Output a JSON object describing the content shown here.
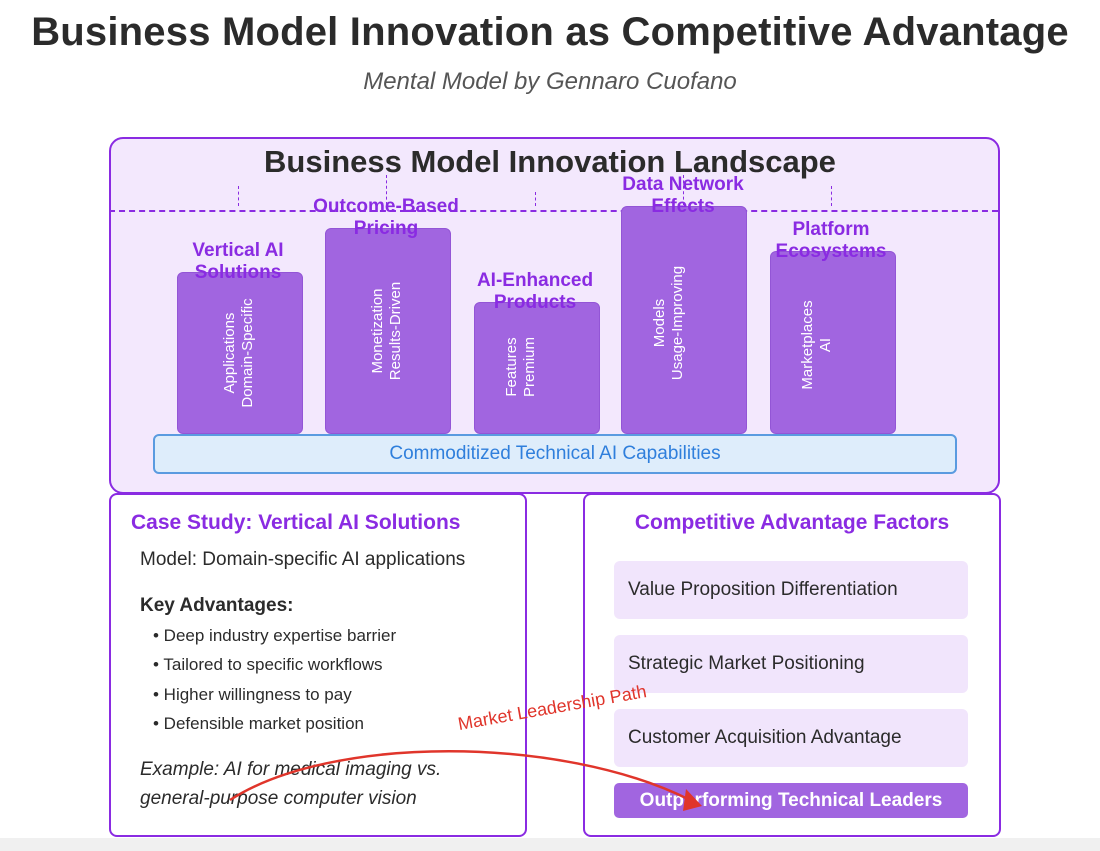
{
  "header": {
    "title": "Business Model Innovation as Competitive Advantage",
    "subtitle": "Mental Model by Gennaro Cuofano"
  },
  "landscape": {
    "title": "Business Model Innovation Landscape",
    "pillars": [
      {
        "label_line1": "Vertical AI",
        "label_line2": "Solutions",
        "text_line1": "Applications",
        "text_line2": "Domain-Specific"
      },
      {
        "label_line1": "Outcome-Based",
        "label_line2": "Pricing",
        "text_line1": "Monetization",
        "text_line2": "Results-Driven"
      },
      {
        "label_line1": "AI-Enhanced",
        "label_line2": "Products",
        "text_line1": "Features",
        "text_line2": "Premium"
      },
      {
        "label_line1": "Data Network",
        "label_line2": "Effects",
        "text_line1": "Models",
        "text_line2": "Usage-Improving"
      },
      {
        "label_line1": "Platform",
        "label_line2": "Ecosystems",
        "text_line1": "Marketplaces",
        "text_line2": "AI"
      }
    ],
    "base": "Commoditized Technical AI Capabilities"
  },
  "case_study": {
    "title": "Case Study: Vertical AI Solutions",
    "model": "Model: Domain-specific AI applications",
    "advantages_heading": "Key Advantages:",
    "advantages": [
      "• Deep industry expertise barrier",
      "• Tailored to specific workflows",
      "• Higher willingness to pay",
      "• Defensible market position"
    ],
    "example_line1": "Example: AI for medical imaging vs.",
    "example_line2": "general-purpose computer vision"
  },
  "factors": {
    "title": "Competitive Advantage Factors",
    "items": [
      "Value Proposition Differentiation",
      "Strategic Market Positioning",
      "Customer Acquisition Advantage"
    ],
    "final": "Outperforming Technical Leaders"
  },
  "path_label": "Market Leadership Path",
  "colors": {
    "accent": "#8a2be2",
    "pillar": "#a165e0",
    "panel_bg": "#f3e8fd",
    "base_bar": "#deedfb",
    "path": "#e0352b"
  }
}
